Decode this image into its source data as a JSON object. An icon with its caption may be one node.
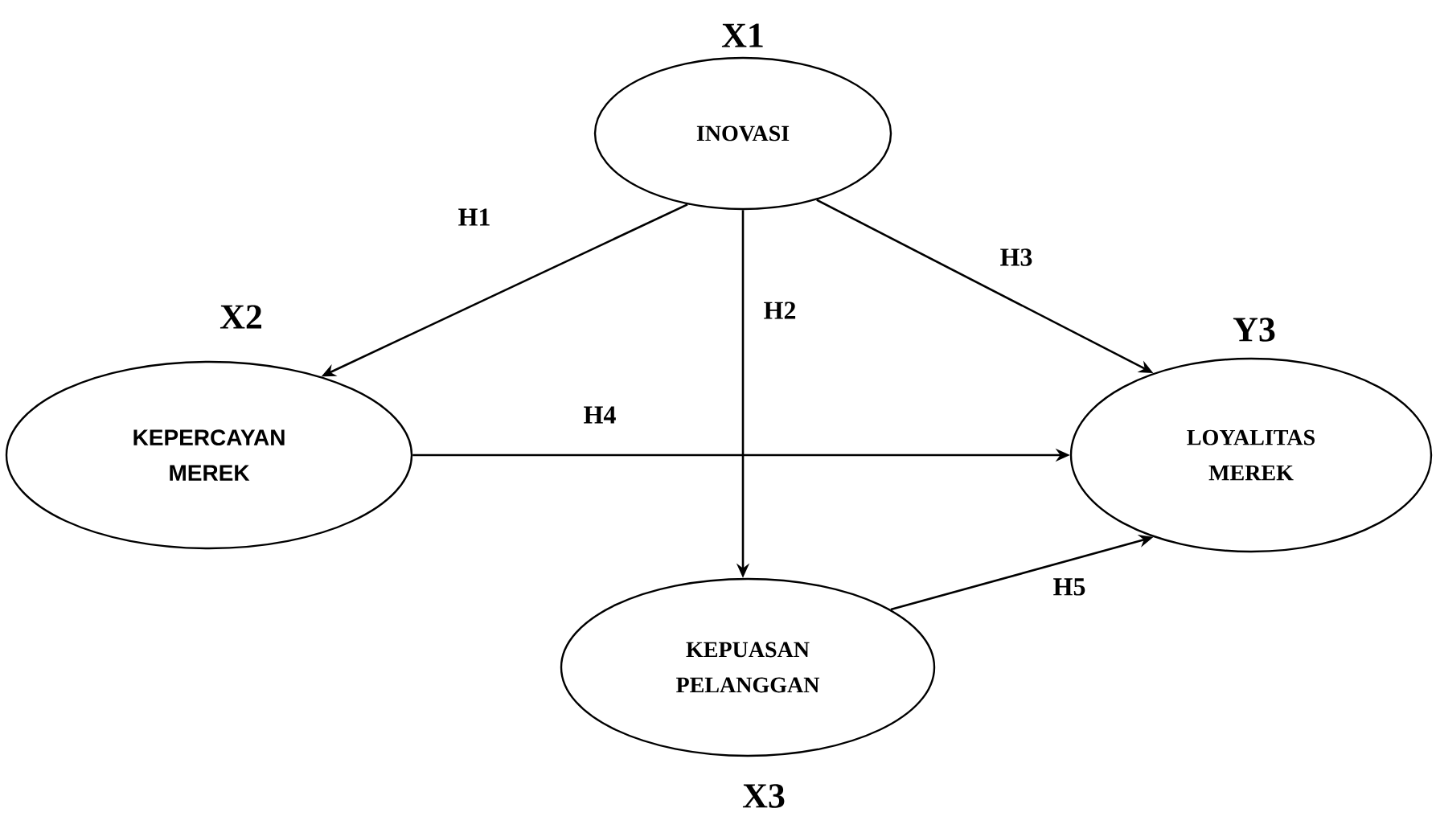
{
  "diagram": {
    "nodes": [
      {
        "text": [
          "INOVASI"
        ],
        "beside": [
          "X1"
        ]
      },
      {
        "text": [
          "KEPERCAYAN MEREK"
        ],
        "beside": [
          "X2"
        ]
      },
      {
        "text": [
          "LOYALITAS MEREK"
        ],
        "beside": [
          "Y3"
        ]
      },
      {
        "text": [
          "KEPUASAN PELANGGAN"
        ],
        "beside": [
          "X3"
        ]
      }
    ],
    "edges": [
      {
        "from": 0,
        "to": 1,
        "arrow": "to",
        "label": "H1"
      },
      {
        "from": 0,
        "to": 3,
        "arrow": "to",
        "label": "H2"
      },
      {
        "from": 0,
        "to": 2,
        "arrow": "to",
        "label": "H3"
      },
      {
        "from": 1,
        "to": 2,
        "arrow": "to",
        "label": "H4"
      },
      {
        "from": 3,
        "to": 2,
        "arrow": "to",
        "label": "H5"
      }
    ]
  }
}
